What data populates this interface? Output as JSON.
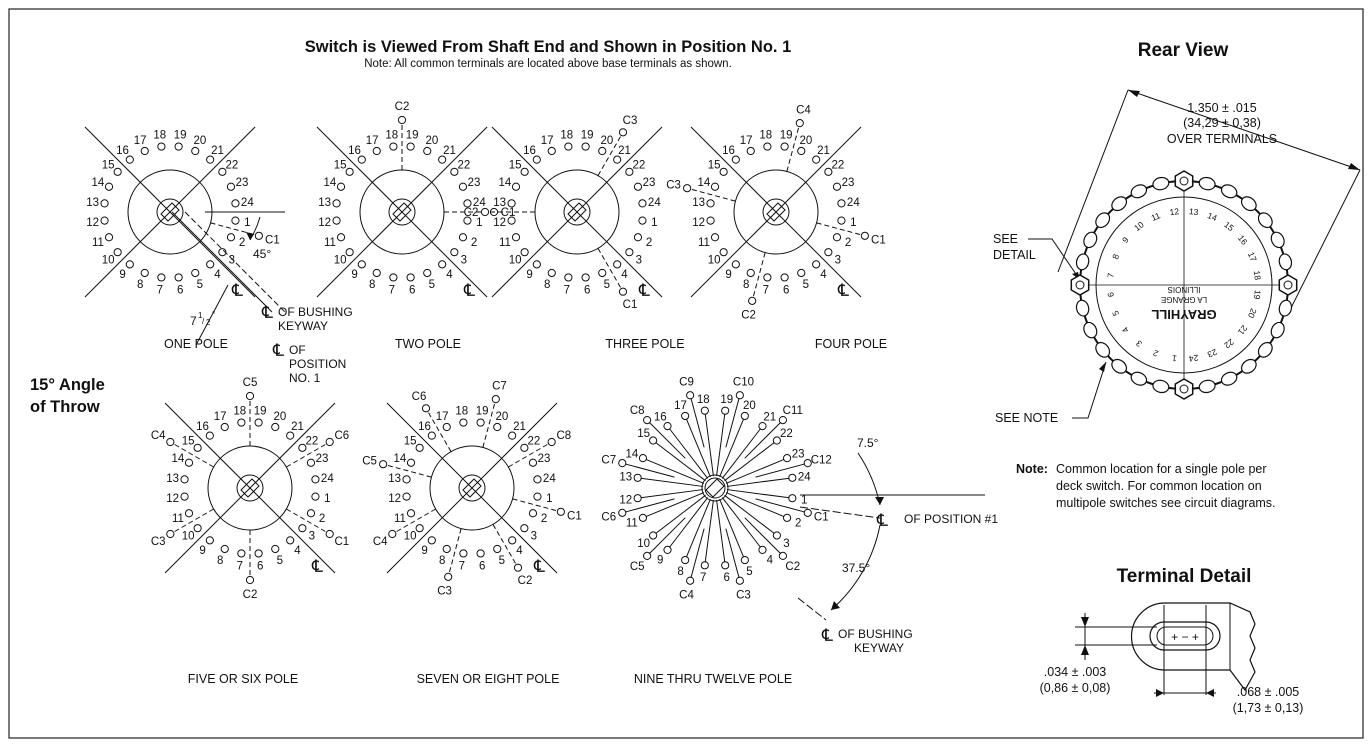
{
  "header": {
    "title": "Switch is Viewed From Shaft End and Shown in Position No. 1",
    "note": "Note: All common terminals are located above base terminals as shown."
  },
  "side_label": {
    "line1": "15° Angle",
    "line2": "of Throw"
  },
  "diagrams": [
    {
      "id": "one",
      "label": "ONE POLE",
      "positions": 24,
      "commons": [
        {
          "name": "C1",
          "after": 1
        }
      ]
    },
    {
      "id": "two",
      "label": "TWO POLE",
      "positions": 24,
      "commons": [
        {
          "name": "C1",
          "after": 24
        },
        {
          "name": "C2",
          "after": 18
        }
      ]
    },
    {
      "id": "three",
      "label": "THREE POLE",
      "positions": 24,
      "commons": [
        {
          "name": "C1",
          "after": 4
        },
        {
          "name": "C2",
          "after": 12
        },
        {
          "name": "C3",
          "after": 20
        }
      ]
    },
    {
      "id": "four",
      "label": "FOUR POLE",
      "positions": 24,
      "commons": [
        {
          "name": "C1",
          "after": 1
        },
        {
          "name": "C2",
          "after": 7
        },
        {
          "name": "C3",
          "after": 13
        },
        {
          "name": "C4",
          "after": 19
        }
      ]
    },
    {
      "id": "five",
      "label": "FIVE OR SIX POLE",
      "positions": 24,
      "commons": [
        {
          "name": "C1",
          "after": 2
        },
        {
          "name": "C2",
          "after": 6
        },
        {
          "name": "C3",
          "after": 10
        },
        {
          "name": "C4",
          "after": 14
        },
        {
          "name": "C5",
          "after": 18
        },
        {
          "name": "C6",
          "after": 22
        }
      ]
    },
    {
      "id": "seven",
      "label": "SEVEN OR EIGHT POLE",
      "positions": 24,
      "commons": [
        {
          "name": "C1",
          "after": 1
        },
        {
          "name": "C2",
          "after": 4
        },
        {
          "name": "C3",
          "after": 7
        },
        {
          "name": "C4",
          "after": 10
        },
        {
          "name": "C5",
          "after": 13
        },
        {
          "name": "C6",
          "after": 16
        },
        {
          "name": "C7",
          "after": 19
        },
        {
          "name": "C8",
          "after": 22
        }
      ]
    },
    {
      "id": "nine",
      "label": "NINE THRU TWELVE POLE",
      "positions": 24,
      "commons": [
        {
          "name": "C1",
          "after": 1
        },
        {
          "name": "C2",
          "after": 3
        },
        {
          "name": "C3",
          "after": 5
        },
        {
          "name": "C4",
          "after": 7
        },
        {
          "name": "C5",
          "after": 9
        },
        {
          "name": "C6",
          "after": 11
        },
        {
          "name": "C7",
          "after": 13
        },
        {
          "name": "C8",
          "after": 15
        },
        {
          "name": "C9",
          "after": 17
        },
        {
          "name": "C10",
          "after": 19
        },
        {
          "name": "C11",
          "after": 21
        },
        {
          "name": "C12",
          "after": 23
        }
      ]
    }
  ],
  "one_pole_callouts": {
    "angle": "45°",
    "fraction_whole": "7",
    "fraction_num": "1",
    "fraction_den": "2",
    "fraction_deg": "°",
    "cl": "℄",
    "bushing_line1": "OF BUSHING",
    "bushing_line2": "KEYWAY",
    "position_line1": "OF",
    "position_line2": "POSITION",
    "position_line3": "NO. 1"
  },
  "cl_mark": "℄",
  "nine_callouts": {
    "angle1": "7.5°",
    "angle2": "37.5°",
    "position_label": "OF POSITION #1",
    "bushing_line1": "OF BUSHING",
    "bushing_line2": "KEYWAY"
  },
  "rear_view": {
    "title": "Rear View",
    "dim1": "1.350 ± .015",
    "dim2": "(34,29 ± 0,38)",
    "dim3": "OVER TERMINALS",
    "see_detail_1": "SEE",
    "see_detail_2": "DETAIL",
    "see_note": "SEE NOTE",
    "brand": "GRAYHILL",
    "city": "LA GRANGE",
    "state": "ILLINOIS"
  },
  "note": {
    "label": "Note:",
    "line1": "Common location for a single pole per",
    "line2": "deck switch. For common location on",
    "line3": "multipole switches see circuit diagrams."
  },
  "terminal_detail": {
    "title": "Terminal Detail",
    "dim_a1": ".034 ± .003",
    "dim_a2": "(0,86 ± 0,08)",
    "dim_b1": ".068 ± .005",
    "dim_b2": "(1,73 ± 0,13)"
  }
}
